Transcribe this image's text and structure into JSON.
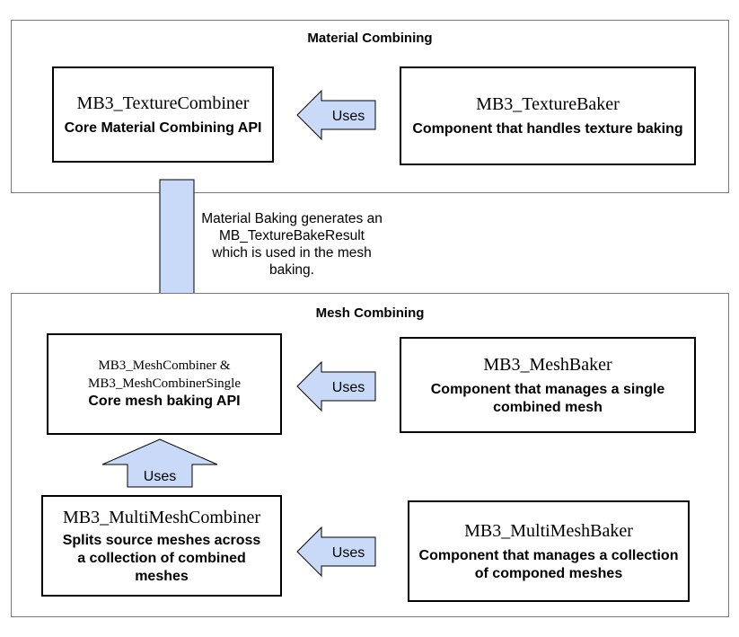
{
  "colors": {
    "arrow_fill": "#c9daf8",
    "arrow_stroke": "#000000",
    "box_border": "#000000",
    "section_border": "#7a7a7a"
  },
  "material": {
    "title": "Material Combining",
    "combiner": {
      "name": "MB3_TextureCombiner",
      "desc": "Core Material Combining API"
    },
    "baker": {
      "name": "MB3_TextureBaker",
      "desc": "Component that handles texture baking"
    },
    "uses_label": "Uses"
  },
  "flow": {
    "note_lines": [
      "Material Baking generates an",
      "MB_TextureBakeResult",
      "which is used in the mesh",
      "baking."
    ]
  },
  "mesh": {
    "title": "Mesh Combining",
    "combiner": {
      "name_line1": "MB3_MeshCombiner &",
      "name_line2": "MB3_MeshCombinerSingle",
      "desc": "Core mesh baking API"
    },
    "baker": {
      "name": "MB3_MeshBaker",
      "desc": "Component that manages a single combined mesh"
    },
    "multi_combiner": {
      "name": "MB3_MultiMeshCombiner",
      "desc": "Splits source meshes across a collection of combined meshes"
    },
    "multi_baker": {
      "name": "MB3_MultiMeshBaker",
      "desc": "Component that manages a collection of componed meshes"
    },
    "uses_label_1": "Uses",
    "uses_label_2": "Uses",
    "uses_label_3": "Uses"
  }
}
